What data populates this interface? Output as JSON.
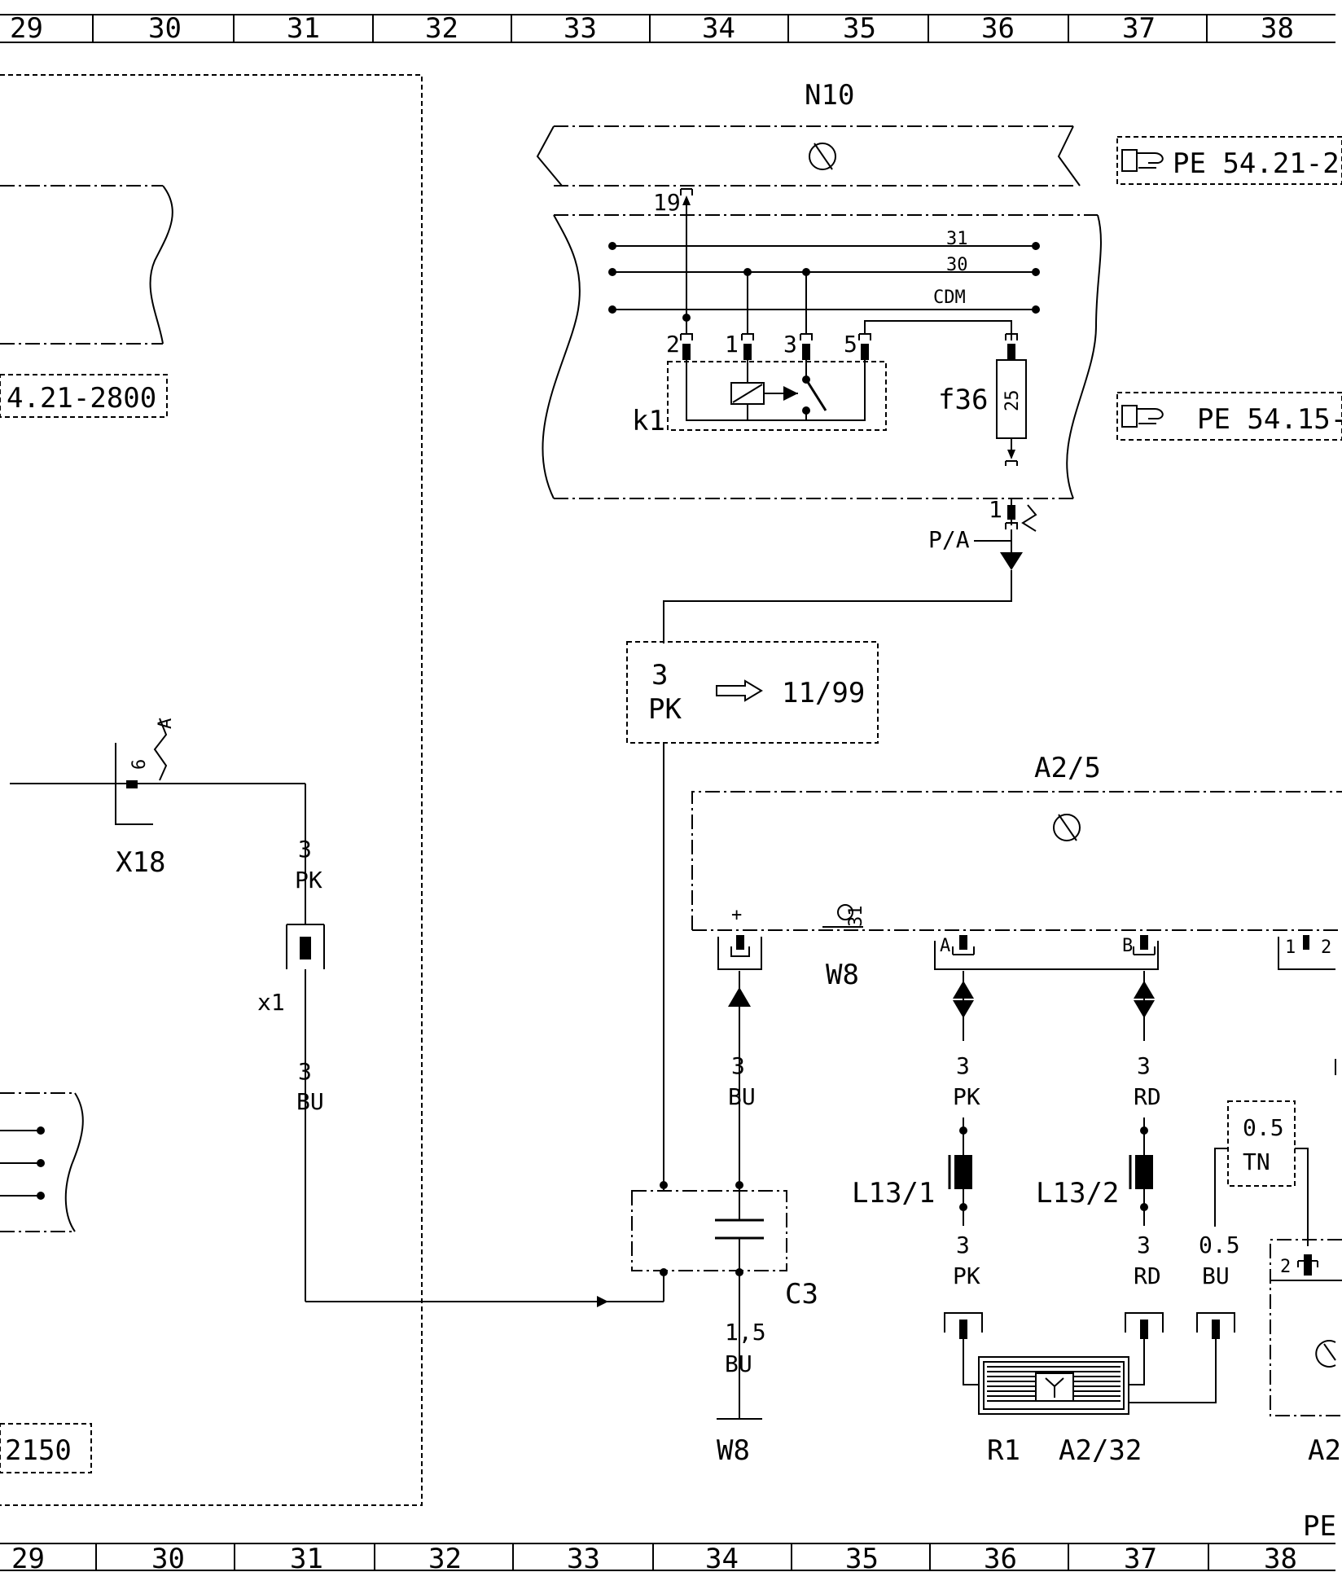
{
  "grid": {
    "columns": [
      "29",
      "30",
      "31",
      "32",
      "33",
      "34",
      "35",
      "36",
      "37",
      "38"
    ]
  },
  "modules": {
    "n10": "N10",
    "a2_5": "A2/5",
    "a2_cut": "A2",
    "pe_bottom": "PE"
  },
  "references": {
    "pe_top": "PE 54.21-2",
    "pe_mid": "PE 54.15-",
    "left_ref_1": "4.21-2800",
    "left_ref_2": "2150",
    "wire_ref": "11/99"
  },
  "bus_lines": {
    "l31": "31",
    "l30": "30",
    "cdm": "CDM"
  },
  "pins": {
    "p19": "19",
    "p2": "2",
    "p1": "1",
    "p3": "3",
    "p5": "5",
    "p6": "6",
    "pA": "A",
    "pB": "B",
    "pPlus": "+",
    "p31": "31",
    "p1_fuse": "1",
    "p2_right": "2",
    "p1_right": "1"
  },
  "components": {
    "k1": "k1",
    "f36": "f36",
    "fuse_rating": "25",
    "pa": "P/A",
    "x18": "X18",
    "x18_pin": "A",
    "x1": "x1",
    "c3": "C3",
    "w8_top": "W8",
    "w8_bottom": "W8",
    "l13_1": "L13/1",
    "l13_2": "L13/2",
    "r1": "R1",
    "a2_32": "A2/32"
  },
  "wires": {
    "w_ref_size": "3",
    "w_ref_color": "PK",
    "x18_size": "3",
    "x18_color": "PK",
    "x1_size": "3",
    "x1_color": "BU",
    "plus_size": "3",
    "plus_color": "BU",
    "c3_size": "1,5",
    "c3_color": "BU",
    "a_up_size": "3",
    "a_up_color": "PK",
    "a_dn_size": "3",
    "a_dn_color": "PK",
    "b_up_size": "3",
    "b_up_color": "RD",
    "b_dn_size": "3",
    "b_dn_color": "RD",
    "tn_size": "0.5",
    "tn_color": "TN",
    "bu05_size": "0.5",
    "bu05_color": "BU"
  }
}
